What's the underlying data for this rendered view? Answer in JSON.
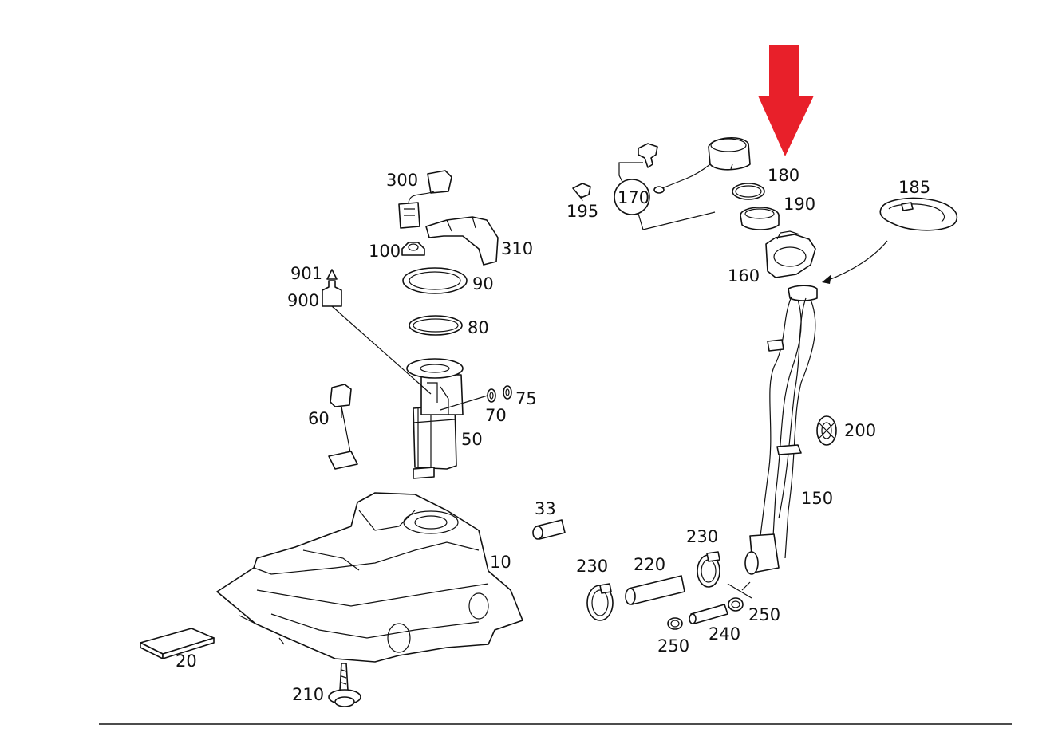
{
  "parts": {
    "p10": "10",
    "p20": "20",
    "p33": "33",
    "p50": "50",
    "p60": "60",
    "p70": "70",
    "p75": "75",
    "p80": "80",
    "p90": "90",
    "p100": "100",
    "p150": "150",
    "p160": "160",
    "p170": "170",
    "p180": "180",
    "p185": "185",
    "p190": "190",
    "p195": "195",
    "p200": "200",
    "p210": "210",
    "p220": "220",
    "p230a": "230",
    "p230b": "230",
    "p240": "240",
    "p250a": "250",
    "p250b": "250",
    "p300": "300",
    "p310": "310",
    "p900": "900",
    "p901": "901"
  },
  "colors": {
    "highlight_arrow": "#e8202a",
    "line": "#111111",
    "background": "#ffffff"
  },
  "highlight": {
    "target_part": "180"
  }
}
